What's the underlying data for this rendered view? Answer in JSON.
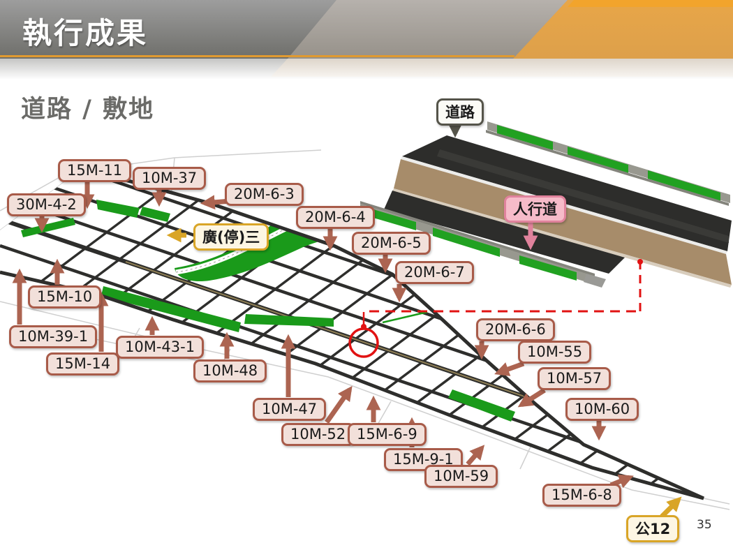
{
  "slide": {
    "title": "執行成果",
    "subtitle": "道路 / 敷地",
    "page_number": "35"
  },
  "cross_section": {
    "road_label": "道路",
    "sidewalk_label": "人行道"
  },
  "map": {
    "parking_label": {
      "text": "廣(停)三"
    },
    "park_label": {
      "text": "公12"
    },
    "road_labels": [
      {
        "text": "15M-11"
      },
      {
        "text": "10M-37"
      },
      {
        "text": "30M-4-2"
      },
      {
        "text": "20M-6-3"
      },
      {
        "text": "20M-6-4"
      },
      {
        "text": "20M-6-5"
      },
      {
        "text": "20M-6-7"
      },
      {
        "text": "15M-10"
      },
      {
        "text": "10M-39-1"
      },
      {
        "text": "15M-14"
      },
      {
        "text": "10M-43-1"
      },
      {
        "text": "10M-48"
      },
      {
        "text": "10M-47"
      },
      {
        "text": "10M-52"
      },
      {
        "text": "15M-6-9"
      },
      {
        "text": "15M-9-1"
      },
      {
        "text": "10M-59"
      },
      {
        "text": "10M-60"
      },
      {
        "text": "20M-6-6"
      },
      {
        "text": "10M-55"
      },
      {
        "text": "10M-57"
      },
      {
        "text": "15M-6-8"
      }
    ]
  },
  "colors": {
    "accent_orange": "#E8A648",
    "label_fill": "#F2E0DA",
    "label_border": "#A85B49",
    "arrow_brown": "#AC6451",
    "yellow_fill": "#FDF6E3",
    "yellow_border": "#D9A527",
    "pink_fill": "#F6BBC9",
    "pink_border": "#E0829C",
    "map_green": "#1A9A1A",
    "road_dark": "#2D2D2B",
    "sidewalk_tan": "#A78C6A",
    "annotation_red": "#E11212"
  }
}
